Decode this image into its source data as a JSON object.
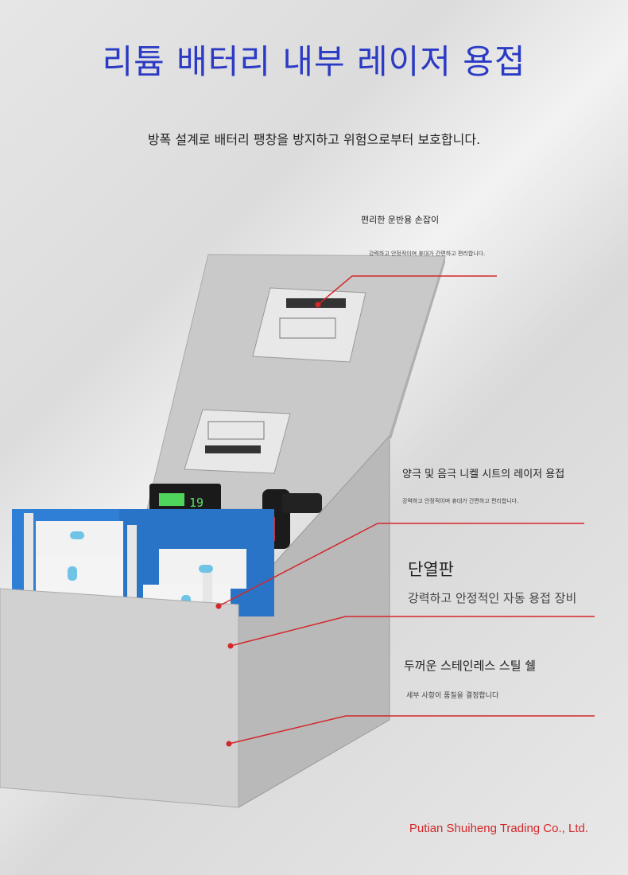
{
  "header": {
    "title": "리튬 배터리 내부 레이저 용접",
    "subtitle": "방폭 설계로 배터리 팽창을 방지하고 위험으로부터 보호합니다."
  },
  "features": [
    {
      "title": "편리한 운반용 손잡이",
      "description": "강력하고 안정적이며 휴대가 간편하고 편리합니다."
    },
    {
      "title": "양극 및 음극 니켈 시트의 레이저 용접",
      "description": "강력하고 안정적이며 휴대가 간편하고 편리합니다."
    },
    {
      "title": "단열판",
      "description": "강력하고 안정적인 자동 용접 장비"
    },
    {
      "title": "두꺼운 스테인레스 스틸 쉘",
      "description": "세부 사항이 품질을 결정합니다"
    }
  ],
  "display": {
    "reading": "19"
  },
  "company": "Putian Shuiheng Trading Co., Ltd.",
  "colors": {
    "title": "#2b3ac4",
    "accent": "#d3272b",
    "cell": "#2f7fd6"
  }
}
